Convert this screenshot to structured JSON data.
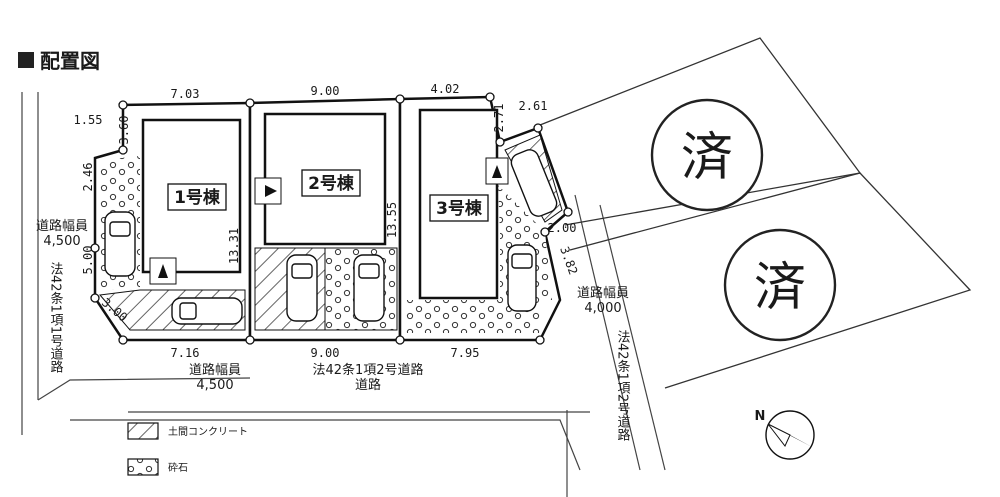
{
  "title": "配置図",
  "buildings": {
    "b1": "1号棟",
    "b2": "2号棟",
    "b3": "3号棟"
  },
  "dimensions": {
    "top_1": "7.03",
    "top_2": "9.00",
    "top_3": "4.02",
    "top_4": "2.61",
    "b1_left_short": "1.55",
    "b1_left_top": "3.60",
    "b1_left_mid": "2.46",
    "b1_left_low": "5.00",
    "b1_corner": "3.00",
    "b1_depth": "13.31",
    "b3_depth": "13.55",
    "b3_side_a": "2.71",
    "b3_side_b": "2.00",
    "b3_side_c": "3.82",
    "bottom_1": "7.16",
    "bottom_2": "9.00",
    "bottom_3": "7.95"
  },
  "roads": {
    "left_width_label": "道路幅員",
    "left_width_value": "4,500",
    "left_class": "法42条1項1号道路",
    "bottom_width_label": "道路幅員",
    "bottom_width_value": "4,500",
    "bottom_class_line1": "法42条1項2号道路",
    "bottom_class_line2": "道路",
    "right_width_label": "道路幅員",
    "right_width_value": "4,000",
    "right_class": "法42条1項2号道路"
  },
  "sold_stamps": [
    "済",
    "済"
  ],
  "north_label": "N",
  "legend": [
    {
      "symbol": "hatch",
      "label": "土間コンクリート"
    },
    {
      "symbol": "gravel",
      "label": "砕石"
    }
  ]
}
